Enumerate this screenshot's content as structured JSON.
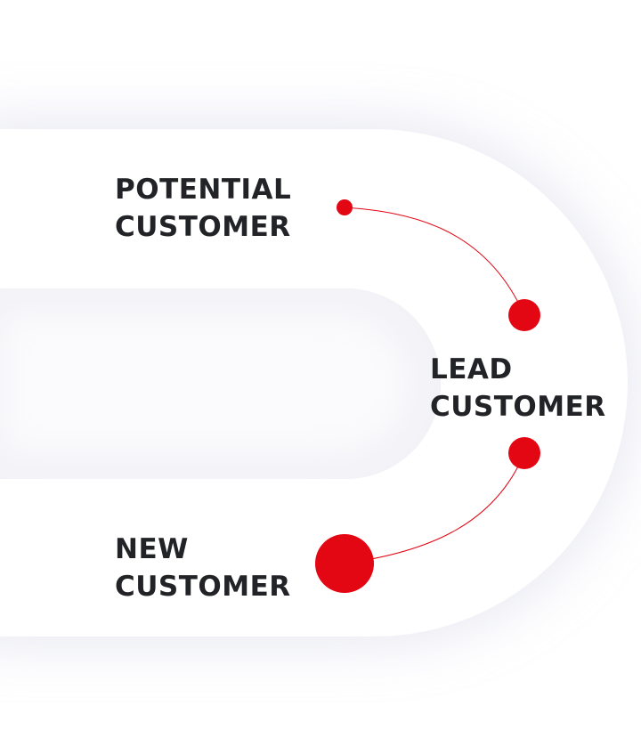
{
  "stages": {
    "potential": {
      "line1": "POTENTIAL",
      "line2": "CUSTOMER"
    },
    "lead": {
      "line1": "LEAD",
      "line2": "CUSTOMER"
    },
    "new": {
      "line1": "NEW",
      "line2": "CUSTOMER"
    }
  },
  "colors": {
    "accent": "#e30613",
    "text": "#222326",
    "track": "#ffffff",
    "shadow": "#c9cbe0",
    "background": "#ffffff"
  }
}
